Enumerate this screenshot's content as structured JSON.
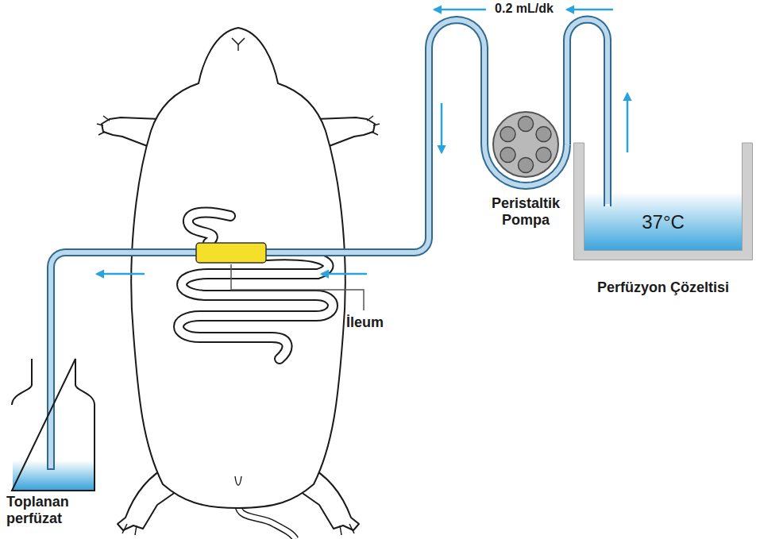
{
  "diagram": {
    "nodes": [
      {
        "text": [
          "37°C",
          "Perfüzyon Çözeltisi"
        ]
      },
      {
        "text": [
          "Peristaltik Pompa"
        ]
      },
      {
        "text": [
          "Toplanan perfüzat"
        ]
      }
    ],
    "edges": [
      {
        "from": 0,
        "to": 1,
        "arrow": "to",
        "label": "0.2 mL/dk"
      },
      {
        "from": 1,
        "to": 2,
        "arrow": "to"
      }
    ],
    "labels": [
      "İleum"
    ]
  }
}
